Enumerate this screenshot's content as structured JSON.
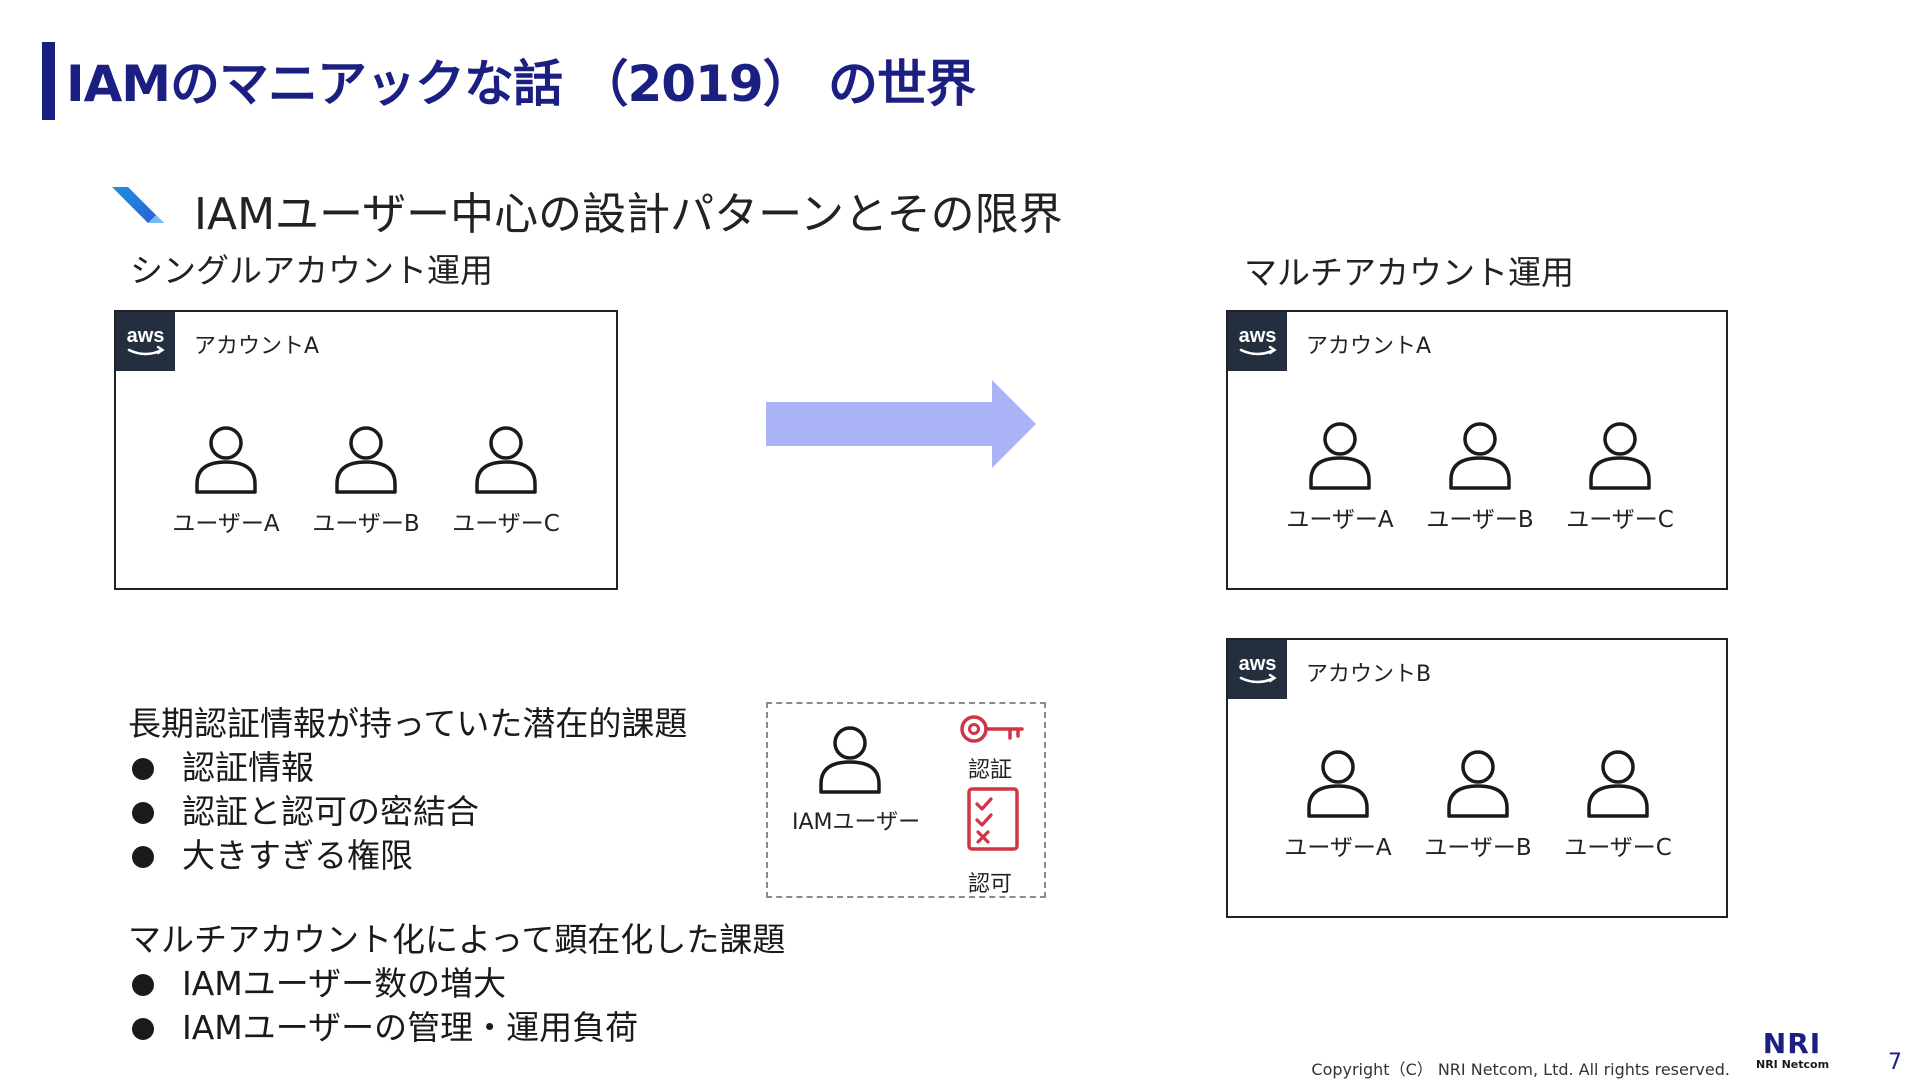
{
  "slide": {
    "title": "IAMのマニアックな話 （2019） の世界",
    "subtitle": "IAMユーザー中心の設計パターンとその限界"
  },
  "single": {
    "label": "シングルアカウント運用",
    "account": {
      "badge": "aws",
      "name": "アカウントA",
      "users": [
        "ユーザーA",
        "ユーザーB",
        "ユーザーC"
      ]
    }
  },
  "multi": {
    "label": "マルチアカウント運用",
    "accounts": [
      {
        "badge": "aws",
        "name": "アカウントA",
        "users": [
          "ユーザーA",
          "ユーザーB",
          "ユーザーC"
        ]
      },
      {
        "badge": "aws",
        "name": "アカウントB",
        "users": [
          "ユーザーA",
          "ユーザーB",
          "ユーザーC"
        ]
      }
    ]
  },
  "issues": {
    "long_term": {
      "heading": "長期認証情報が持っていた潜在的課題",
      "items": [
        "認証情報",
        "認証と認可の密結合",
        "大きすぎる権限"
      ]
    },
    "multi_account": {
      "heading": "マルチアカウント化によって顕在化した課題",
      "items": [
        "IAMユーザー数の増大",
        "IAMユーザーの管理・運用負荷"
      ]
    }
  },
  "legend": {
    "user_label": "IAMユーザー",
    "authn_label": "認証",
    "authz_label": "認可"
  },
  "footer": {
    "copyright": "Copyright（C） NRI Netcom, Ltd. All rights reserved.",
    "logo_main": "NRI",
    "logo_sub": "NRI Netcom",
    "page_number": "7"
  },
  "colors": {
    "brand_navy": "#1b1f82",
    "aws_badge": "#232f3e",
    "arrow": "#aab4f7",
    "accent_red": "#d13447"
  },
  "icons": {
    "user": "user-icon",
    "key": "key-icon",
    "checklist": "checklist-icon",
    "aws": "aws-logo"
  }
}
